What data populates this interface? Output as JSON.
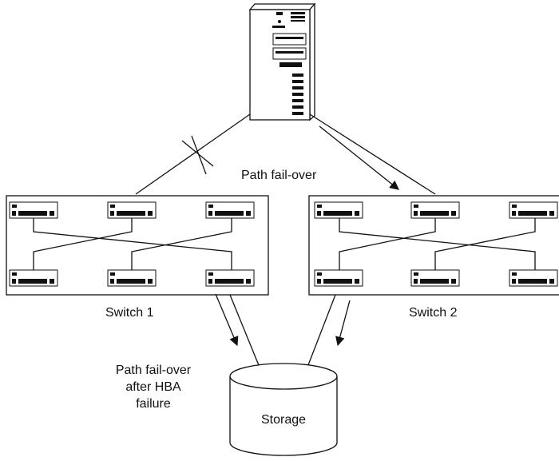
{
  "labels": {
    "path_failover": "Path fail-over",
    "switch1": "Switch 1",
    "switch2": "Switch 2",
    "hba_failover_line1": "Path fail-over",
    "hba_failover_line2": "after HBA",
    "hba_failover_line3": "failure",
    "storage": "Storage"
  },
  "icons": {
    "server": "server-tower-icon",
    "switch_module": "switch-module-icon",
    "failure_mark": "broken-link-x-icon",
    "storage": "storage-cylinder-icon"
  }
}
